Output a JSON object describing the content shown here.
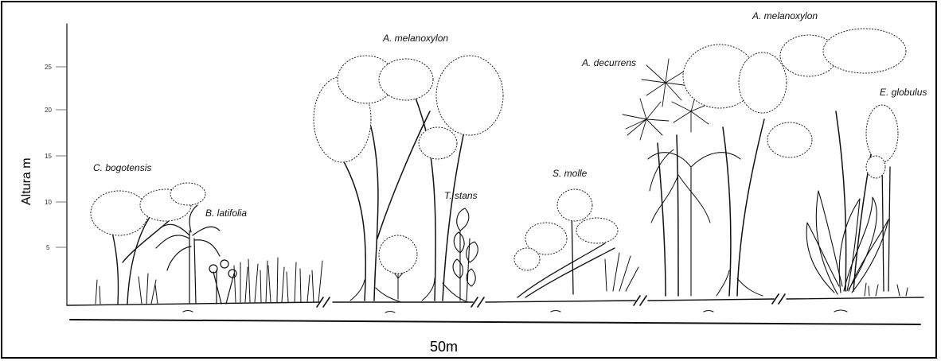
{
  "y_axis": {
    "label": "Altura m",
    "ticks": [
      "5",
      "10",
      "15",
      "20",
      "25"
    ]
  },
  "scale_bar": {
    "label": "50m"
  },
  "species_labels": {
    "c_bogotensis": "C. bogotensis",
    "b_latifolia": "B. latifolia",
    "a_melanoxylon_1": "A. melanoxylon",
    "t_stans": "T. stans",
    "s_molle": "S. molle",
    "a_decurrens": "A. decurrens",
    "a_melanoxylon_2": "A. melanoxylon",
    "e_globulus": "E. globulus"
  },
  "colors": {
    "ink": "#111111",
    "background": "#ffffff"
  }
}
